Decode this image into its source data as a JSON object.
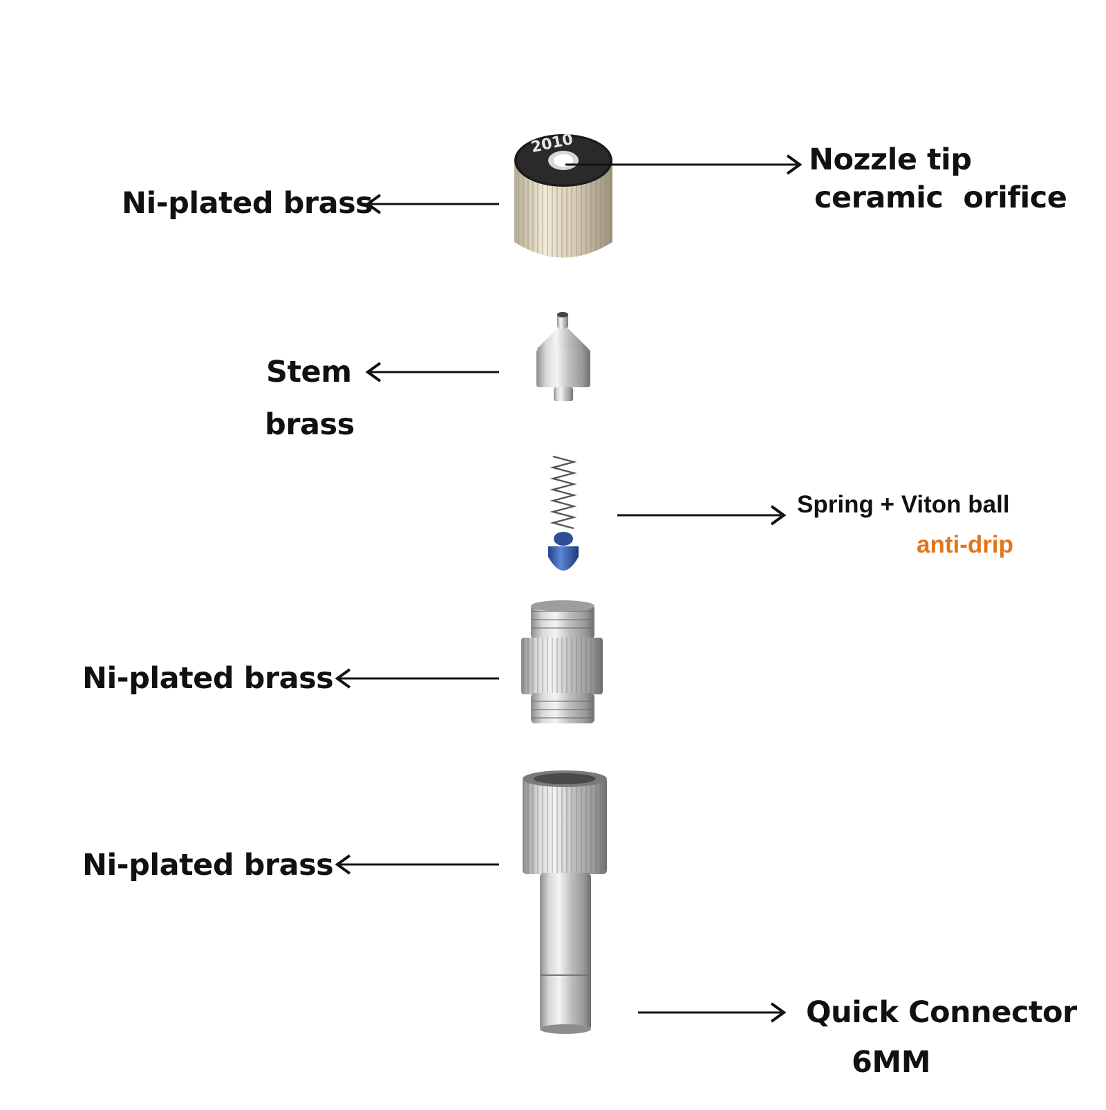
{
  "colors": {
    "text": "#111111",
    "accent": "#e0761e",
    "arrow": "#111111",
    "metal": "#c9c9c9",
    "ball": "#3a64b0"
  },
  "parts": {
    "nozzle_cap": {
      "marking": "2010",
      "material_label": "Ni-plated brass",
      "tip_label": "Nozzle tip",
      "tip_sub_label": "ceramic  orifice"
    },
    "stem": {
      "label": "Stem",
      "sub_label": "brass"
    },
    "spring": {
      "label": "Spring + Viton ball",
      "sub_label": "anti-drip"
    },
    "body": {
      "label": "Ni-plated brass"
    },
    "connector": {
      "material_label": "Ni-plated brass",
      "label": "Quick Connector",
      "sub_label": "6MM"
    }
  }
}
